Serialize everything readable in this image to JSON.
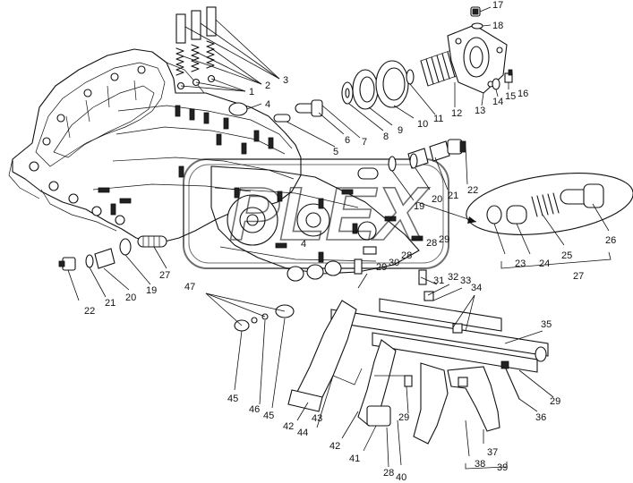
{
  "watermark": "PLEX",
  "callouts": [
    {
      "id": "c1",
      "text": "1"
    },
    {
      "id": "c2",
      "text": "2"
    },
    {
      "id": "c3",
      "text": "3"
    },
    {
      "id": "c4",
      "text": "4"
    },
    {
      "id": "c4b",
      "text": "4"
    },
    {
      "id": "c5",
      "text": "5"
    },
    {
      "id": "c6",
      "text": "6"
    },
    {
      "id": "c7",
      "text": "7"
    },
    {
      "id": "c8",
      "text": "8"
    },
    {
      "id": "c9",
      "text": "9"
    },
    {
      "id": "c10",
      "text": "10"
    },
    {
      "id": "c11",
      "text": "11"
    },
    {
      "id": "c12",
      "text": "12"
    },
    {
      "id": "c13",
      "text": "13"
    },
    {
      "id": "c14",
      "text": "14"
    },
    {
      "id": "c15",
      "text": "15"
    },
    {
      "id": "c16",
      "text": "16"
    },
    {
      "id": "c17",
      "text": "17"
    },
    {
      "id": "c18",
      "text": "18"
    },
    {
      "id": "c19a",
      "text": "19"
    },
    {
      "id": "c19b",
      "text": "19"
    },
    {
      "id": "c20a",
      "text": "20"
    },
    {
      "id": "c20b",
      "text": "20"
    },
    {
      "id": "c21a",
      "text": "21"
    },
    {
      "id": "c21b",
      "text": "21"
    },
    {
      "id": "c22a",
      "text": "22"
    },
    {
      "id": "c22b",
      "text": "22"
    },
    {
      "id": "c23",
      "text": "23"
    },
    {
      "id": "c24",
      "text": "24"
    },
    {
      "id": "c25",
      "text": "25"
    },
    {
      "id": "c26",
      "text": "26"
    },
    {
      "id": "c27a",
      "text": "27"
    },
    {
      "id": "c27b",
      "text": "27"
    },
    {
      "id": "c28a",
      "text": "28"
    },
    {
      "id": "c28b",
      "text": "28"
    },
    {
      "id": "c28c",
      "text": "28"
    },
    {
      "id": "c29a",
      "text": "29"
    },
    {
      "id": "c29b",
      "text": "29"
    },
    {
      "id": "c29c",
      "text": "29"
    },
    {
      "id": "c29d",
      "text": "29"
    },
    {
      "id": "c30",
      "text": "30"
    },
    {
      "id": "c31",
      "text": "31"
    },
    {
      "id": "c32",
      "text": "32"
    },
    {
      "id": "c33",
      "text": "33"
    },
    {
      "id": "c34",
      "text": "34"
    },
    {
      "id": "c35",
      "text": "35"
    },
    {
      "id": "c36",
      "text": "36"
    },
    {
      "id": "c37",
      "text": "37"
    },
    {
      "id": "c38",
      "text": "38"
    },
    {
      "id": "c39",
      "text": "39"
    },
    {
      "id": "c40",
      "text": "40"
    },
    {
      "id": "c41",
      "text": "41"
    },
    {
      "id": "c42a",
      "text": "42"
    },
    {
      "id": "c42b",
      "text": "42"
    },
    {
      "id": "c43",
      "text": "43"
    },
    {
      "id": "c44",
      "text": "44"
    },
    {
      "id": "c45a",
      "text": "45"
    },
    {
      "id": "c45b",
      "text": "45"
    },
    {
      "id": "c46",
      "text": "46"
    },
    {
      "id": "c47",
      "text": "47"
    }
  ]
}
